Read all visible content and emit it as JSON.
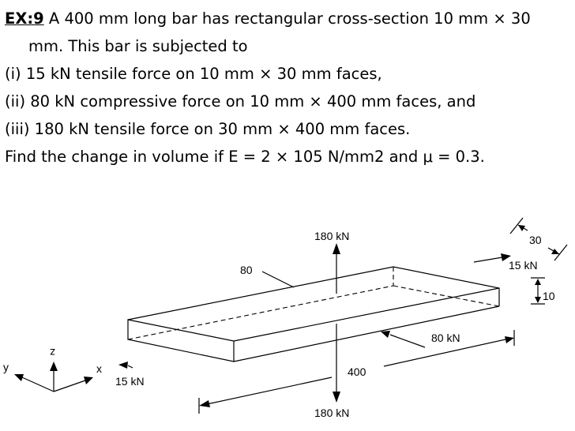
{
  "problem": {
    "label": "EX:9",
    "line1": " A 400 mm long bar has rectangular cross-section 10 mm × 30",
    "line2": "mm. This bar is subjected to",
    "line3": "(i) 15 kN tensile force on 10 mm × 30 mm faces,",
    "line4": "(ii) 80 kN compressive force on 10 mm × 400 mm faces, and",
    "line5": "(iii) 180 kN tensile force on 30 mm × 400 mm faces.",
    "line6": "Find the change in volume if E = 2 × 105 N/mm2 and μ = 0.3."
  },
  "figure": {
    "force_top": "180 kN",
    "force_bottom": "180 kN",
    "force_right": "15 kN",
    "force_left": "15 kN",
    "force_side": "80 kN",
    "dim_width": "80",
    "dim_length": "400",
    "dim_depth": "30",
    "dim_height": "10",
    "axis_x": "x",
    "axis_y": "y",
    "axis_z": "z"
  }
}
